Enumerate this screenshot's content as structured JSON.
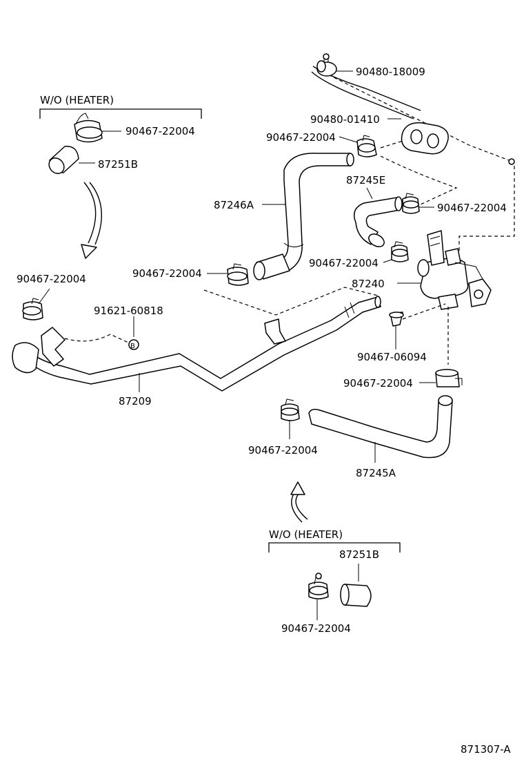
{
  "diagram_code": "871307-A",
  "groups": {
    "top_left": {
      "title": "W/O (HEATER)"
    },
    "bottom": {
      "title": "W/O (HEATER)"
    }
  },
  "labels": {
    "cable_grommet": "90480-18009",
    "grommet_plate": "90480-01410",
    "clamp_upper_hose": "90467-22004",
    "hose_upper": "87246A",
    "hose_e": "87245E",
    "clamp_hose_e": "90467-22004",
    "clamp_valve": "90467-22004",
    "heater_valve": "87240",
    "clamp_hose_lower_left": "90467-22004",
    "clip": "90467-06094",
    "clamp_valve_lower": "90467-22004",
    "clamp_pipe_left": "90467-22004",
    "bolt": "91621-60818",
    "bolt_marker": "B",
    "pipe": "87209",
    "clamp_hose_a": "90467-22004",
    "hose_a": "87245A",
    "tl_clamp": "90467-22004",
    "tl_hose": "87251B",
    "bottom_hose": "87251B",
    "bottom_clamp": "90467-22004"
  }
}
